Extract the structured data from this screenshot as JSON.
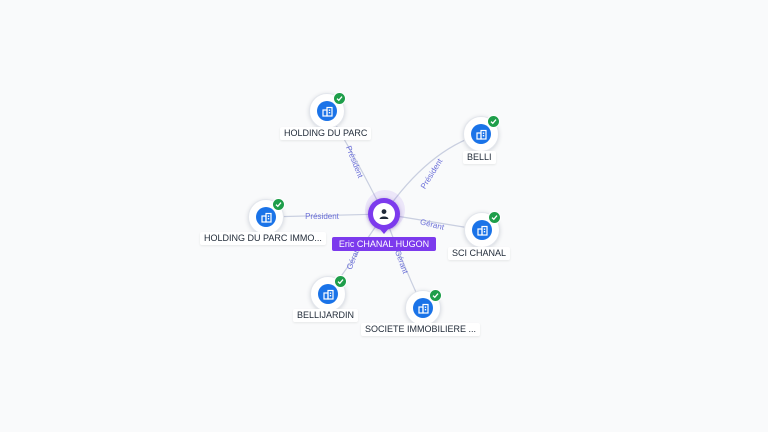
{
  "person": {
    "name": "Eric CHANAL HUGON",
    "icon": "person-icon"
  },
  "companies": [
    {
      "id": "holding-du-parc",
      "label": "HOLDING DU PARC",
      "icon": "building-icon",
      "verified": true
    },
    {
      "id": "belli",
      "label": "BELLI",
      "icon": "building-icon",
      "verified": true
    },
    {
      "id": "holding-du-parc-immo",
      "label": "HOLDING DU PARC IMMO...",
      "icon": "building-icon",
      "verified": true
    },
    {
      "id": "sci-chanal",
      "label": "SCI CHANAL",
      "icon": "building-icon",
      "verified": true
    },
    {
      "id": "bellijardin",
      "label": "BELLIJARDIN",
      "icon": "building-icon",
      "verified": true
    },
    {
      "id": "societe-immobiliere",
      "label": "SOCIETE IMMOBILIERE ...",
      "icon": "building-icon",
      "verified": true
    }
  ],
  "relations": [
    {
      "to": "holding-du-parc",
      "role": "Président"
    },
    {
      "to": "belli",
      "role": "Président"
    },
    {
      "to": "holding-du-parc-immo",
      "role": "Président"
    },
    {
      "to": "sci-chanal",
      "role": "Gérant"
    },
    {
      "to": "bellijardin",
      "role": "Gérant"
    },
    {
      "to": "societe-immobiliere",
      "role": "Gérant"
    }
  ],
  "colors": {
    "person": "#7c3aed",
    "company": "#1a73e8",
    "verified": "#1e9e4a",
    "edge": "#c9cfe0",
    "edge_label": "#6b6fd8"
  }
}
